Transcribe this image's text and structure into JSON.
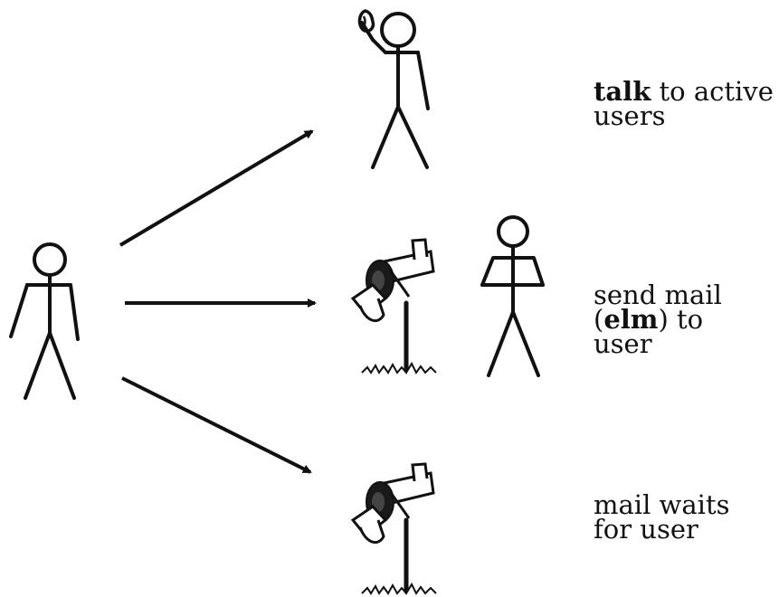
{
  "captions": {
    "talk": {
      "bold": "talk",
      "rest_line1": " to active",
      "line2": "users"
    },
    "send": {
      "line1": "send mail",
      "open_paren": "(",
      "bold": "elm",
      "close_rest": ") to",
      "line3": "user"
    },
    "wait": {
      "line1": "mail waits",
      "line2": "for user"
    }
  },
  "icons": {
    "sender": "stick-figure",
    "talk_target": "stick-figure-with-phone",
    "mailbox": "mailbox-with-letters",
    "reading_user": "stick-figure-reading"
  },
  "colors": {
    "ink": "#111111",
    "background": "#ffffff"
  }
}
